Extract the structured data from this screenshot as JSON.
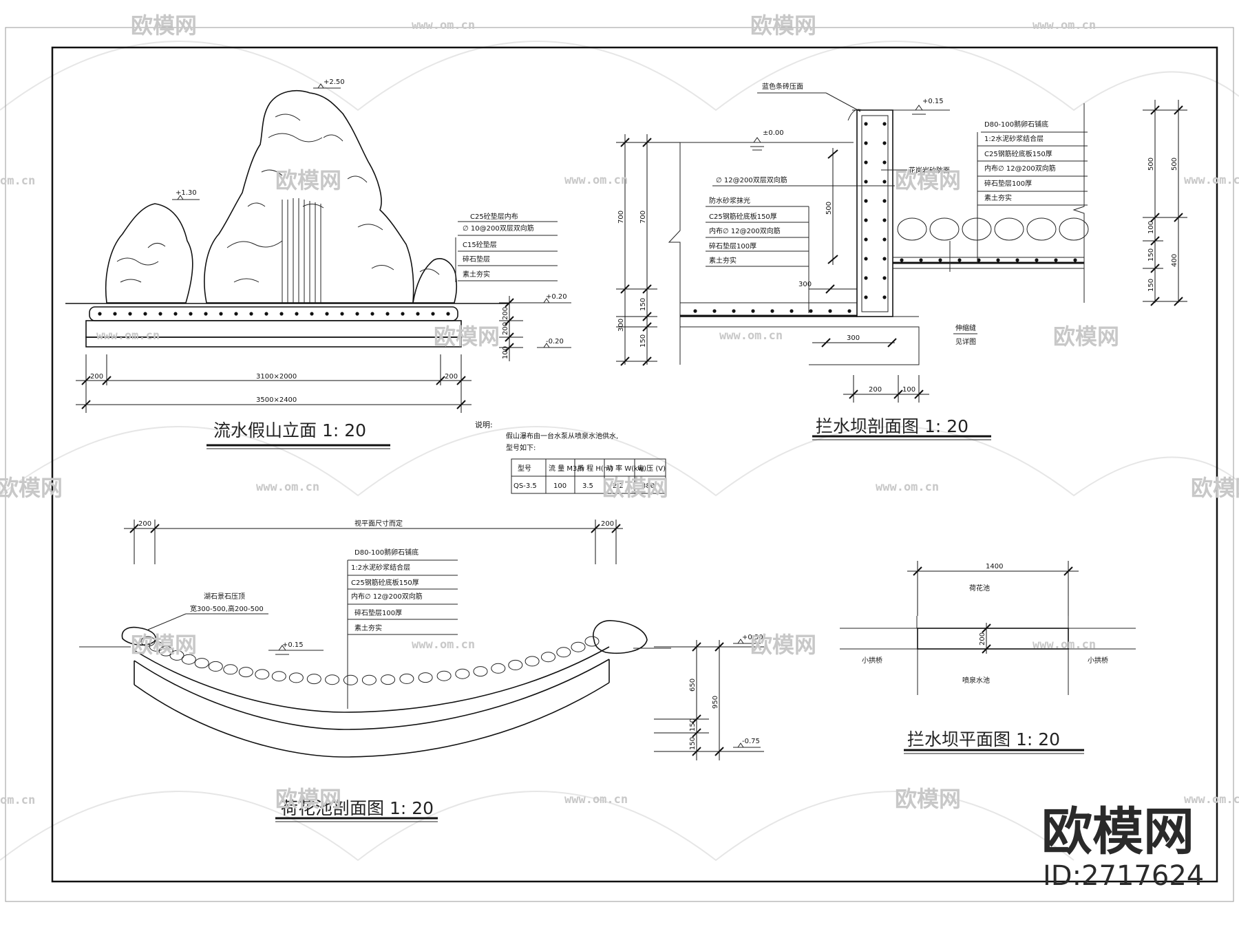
{
  "drawings": {
    "rockery": {
      "title": "流水假山立面  1: 20",
      "levels": [
        "+2.50",
        "+1.30",
        "+0.20",
        "-0.20"
      ],
      "layers": [
        "C25砼垫层内布",
        "∅ 10@200双层双向筋",
        "C15砼垫层",
        "碎石垫层",
        "素土夯实"
      ],
      "dims": {
        "side": "200",
        "inner": "3100×2000",
        "outer": "3500×2400",
        "v1": "200",
        "v2": "200",
        "v3": "100"
      }
    },
    "dam_section": {
      "title": "拦水坝剖面图  1: 20",
      "top_note": "蓝色条砖压面",
      "levels": [
        "±0.00",
        "+0.15"
      ],
      "wall_note": "花岗岩砂防面",
      "left_layers": [
        "∅ 12@200双层双向筋",
        "防水砂浆抹光",
        "C25钢筋砼底板150厚",
        "内布∅ 12@200双向筋",
        "碎石垫层100厚",
        "素土夯实"
      ],
      "right_layers": [
        "D80-100鹅卵石铺底",
        "1:2水泥砂浆结合层",
        "C25钢筋砼底板150厚",
        "内布∅ 12@200双向筋",
        "碎石垫层100厚",
        "素土夯实"
      ],
      "joint_note": [
        "伸缩缝",
        "见详图"
      ],
      "dims": {
        "d700a": "700",
        "d700b": "700",
        "d500": "500",
        "d300top": "300",
        "d300": "300",
        "d150a": "150",
        "d150b": "150",
        "d300base": "300",
        "d200": "200",
        "d100": "100",
        "r500a": "500",
        "r500b": "500",
        "r100": "100",
        "r150": "150",
        "r400": "400",
        "r150b": "150"
      }
    },
    "notes": {
      "heading": "说明:",
      "text1": "假山瀑布由一台水泵从喷泉水池供水,",
      "text2": "型号如下:",
      "table": {
        "headers": [
          "型号",
          "流 量 M3/h",
          "扬 程 H(m)",
          "功 率 W(kw)",
          "电 压 (V)"
        ],
        "row": [
          "QS-3.5",
          "100",
          "3.5",
          "2.2",
          "380"
        ]
      }
    },
    "pond": {
      "title": "荷花池剖面图  1: 20",
      "top_dim": "视平面尺寸而定",
      "dim_left": "200",
      "dim_right": "200",
      "stone_note1": "湖石景石压顶",
      "stone_note2": "宽300-500,高200-500",
      "level_water": "+0.15",
      "layers": [
        "D80-100鹅卵石铺底",
        "1:2水泥砂浆结合层",
        "C25钢筋砼底板150厚",
        "内布∅ 12@200双向筋",
        "碎石垫层100厚",
        "素土夯实"
      ],
      "side_levels": [
        "+0.30",
        "-0.75"
      ],
      "side_dims": [
        "650",
        "950",
        "150",
        "150"
      ]
    },
    "dam_plan": {
      "title": "拦水坝平面图  1: 20",
      "width": "1400",
      "thickness": "200",
      "top_label": "荷花池",
      "bottom_label": "喷泉水池",
      "left_label": "小拱桥",
      "right_label": "小拱桥"
    }
  },
  "watermarks": {
    "logo": "欧模网",
    "url": "www.om.cn",
    "url_short": "om.cn",
    "brand": "欧模网",
    "id": "ID:2717624"
  }
}
